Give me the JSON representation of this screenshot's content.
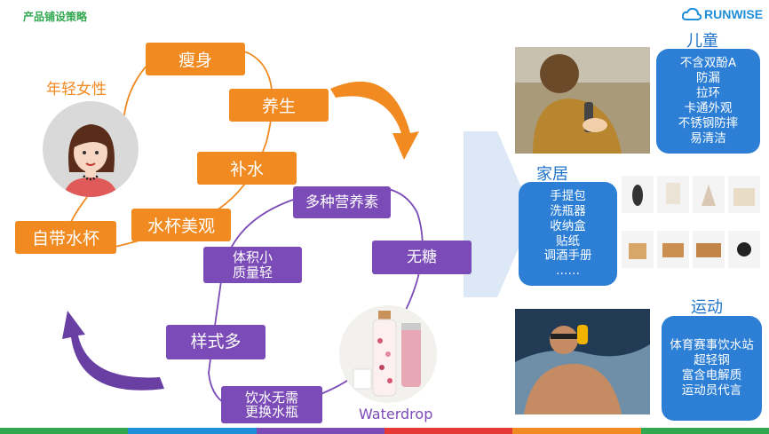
{
  "header": {
    "title": "产品铺设策略",
    "logo_text": "RUNWISE"
  },
  "persona": {
    "label": "年轻女性"
  },
  "orange_tags": [
    "瘦身",
    "养生",
    "补水",
    "水杯美观",
    "自带水杯"
  ],
  "purple_tags": [
    "多种营养素",
    "无糖",
    "体积小\n质量轻",
    "样式多",
    "饮水无需\n更换水瓶"
  ],
  "product": {
    "label": "Waterdrop"
  },
  "sections": {
    "children": {
      "title": "儿童",
      "features": [
        "不含双酚A",
        "防漏",
        "拉环",
        "卡通外观",
        "不锈钢防摔",
        "易清洁"
      ]
    },
    "home": {
      "title": "家居",
      "features": [
        "手提包",
        "洗瓶器",
        "收纳盒",
        "贴纸",
        "调酒手册",
        "……"
      ]
    },
    "sports": {
      "title": "运动",
      "features": [
        "体育赛事饮水站",
        "超轻钢",
        "富含电解质",
        "运动员代言"
      ]
    }
  },
  "colors": {
    "orange": "#f08a21",
    "purple": "#7b4bb7",
    "blue": "#2d7fd6",
    "green": "#2fa84f"
  }
}
